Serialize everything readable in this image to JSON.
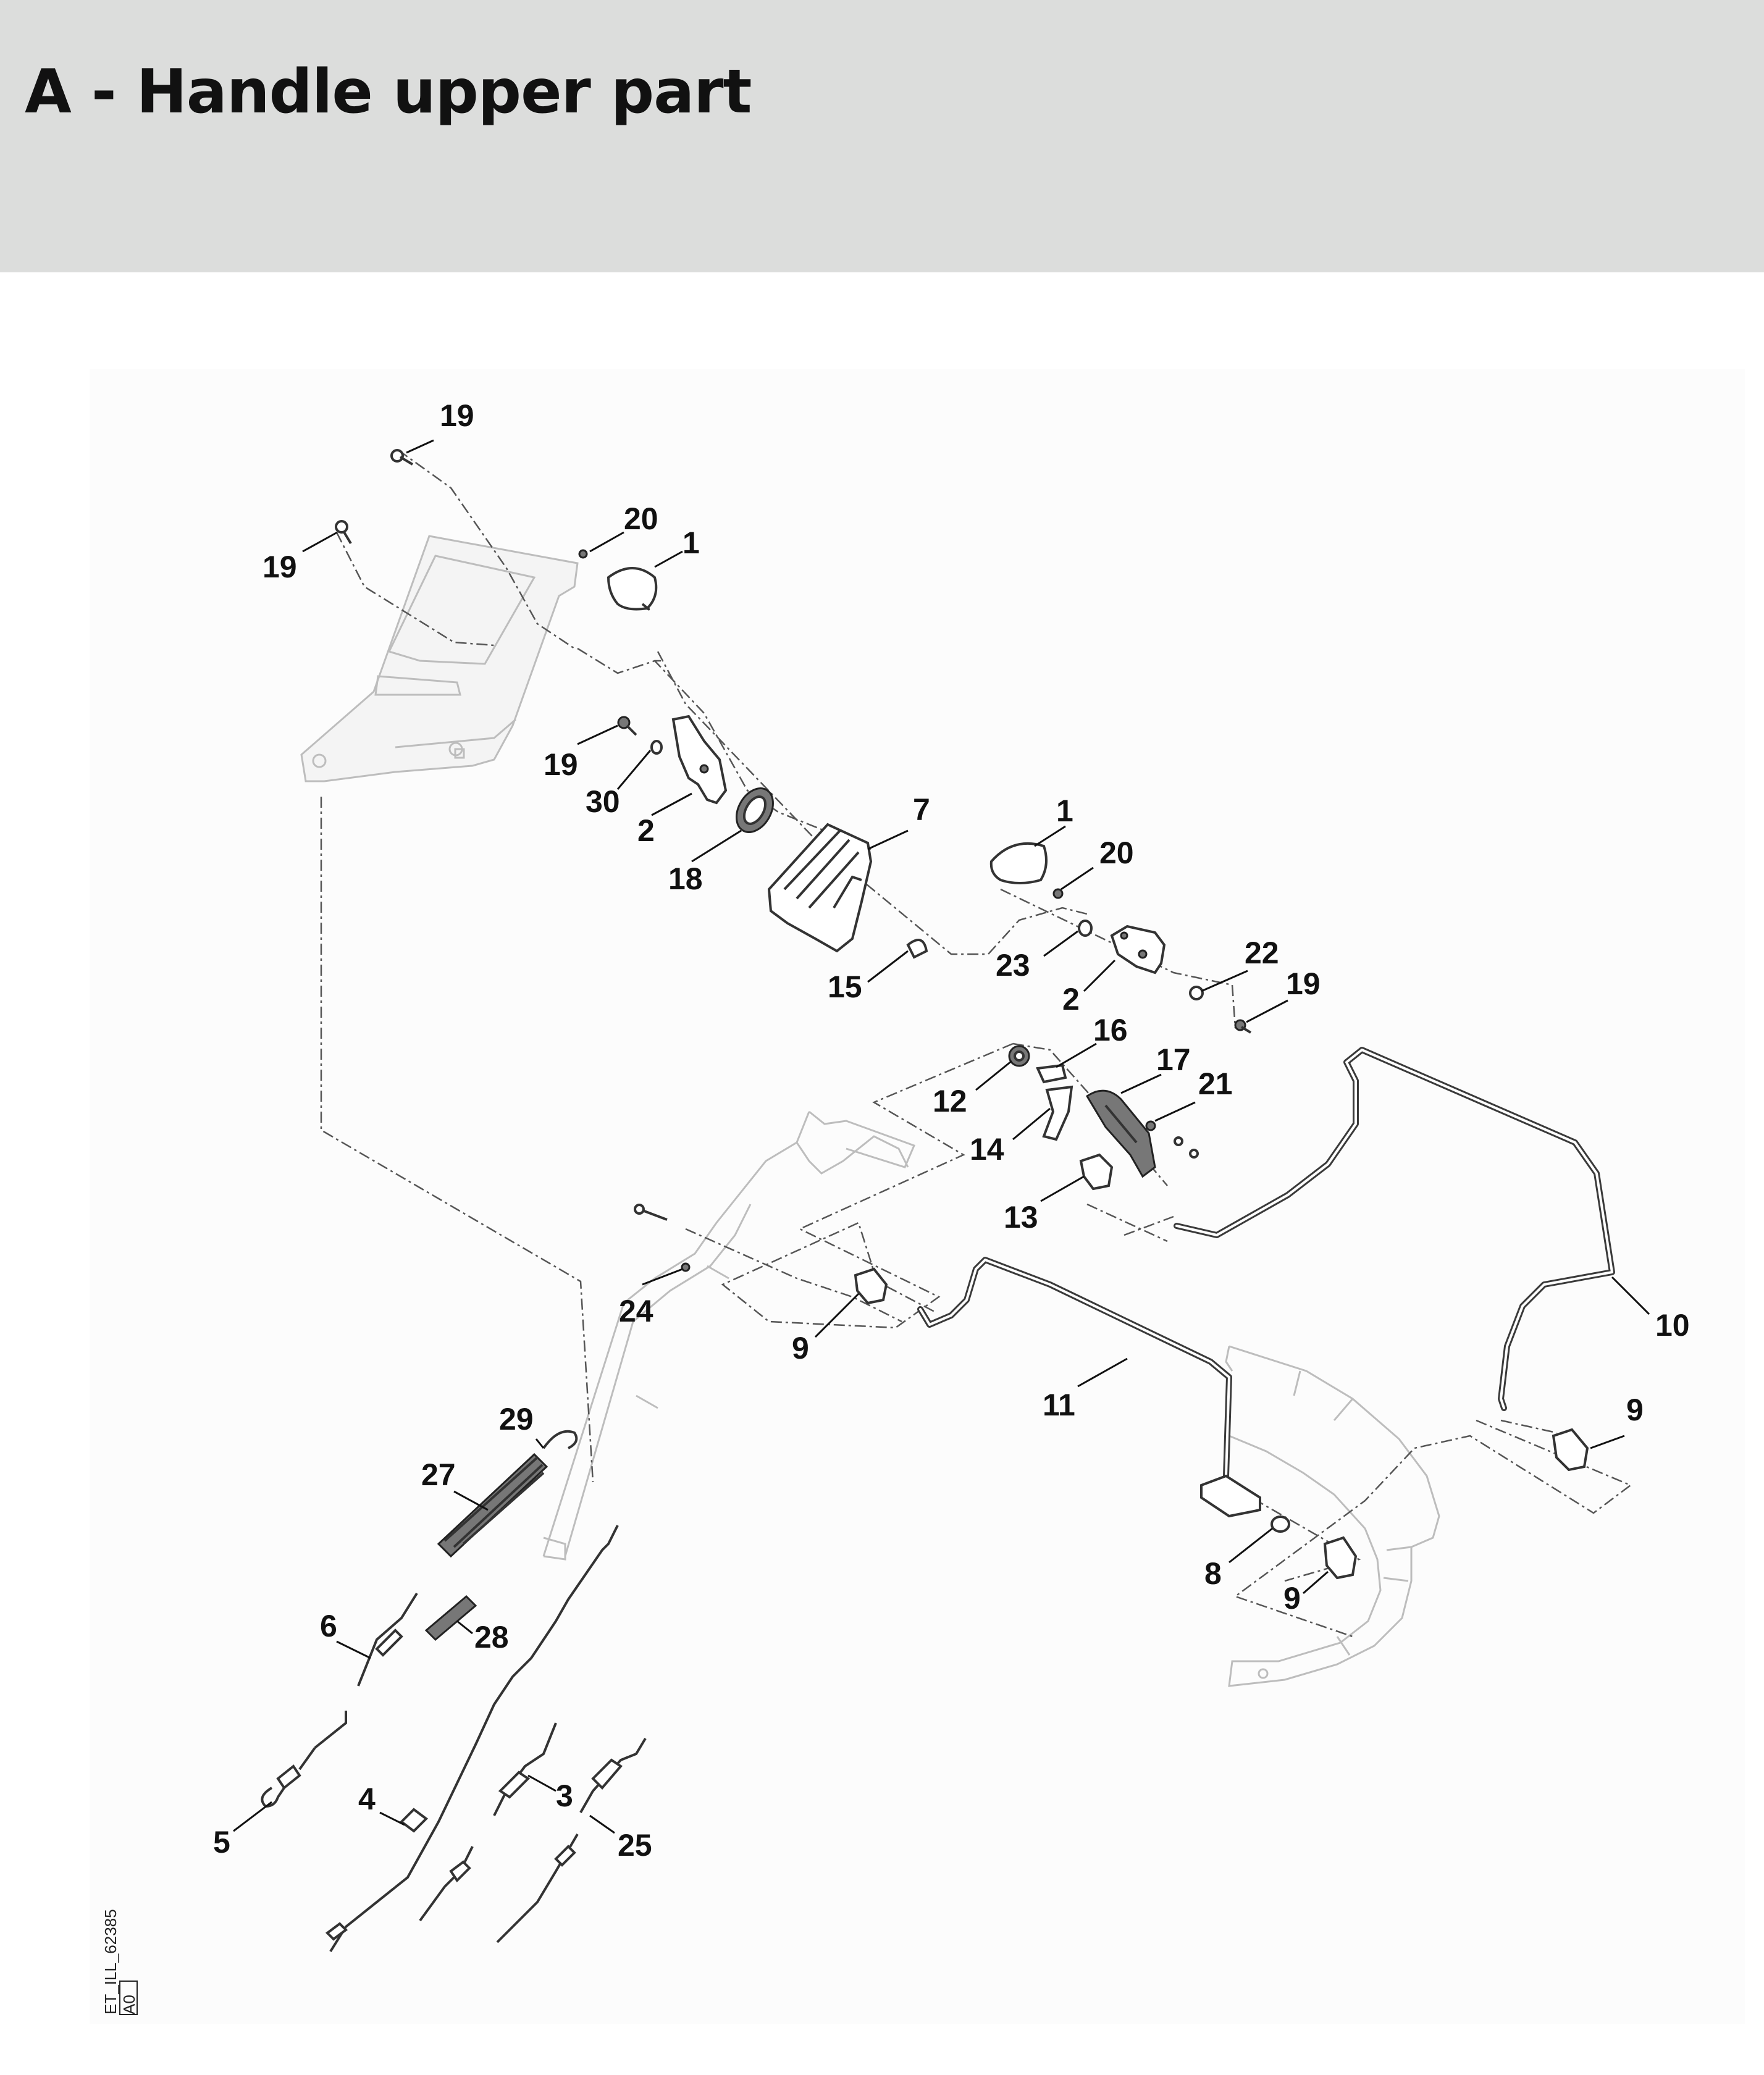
{
  "header": {
    "title": "A - Handle upper part"
  },
  "drawing_code": "ET_ILL_62385",
  "drawing_revision": "A0",
  "callouts": [
    "19",
    "19",
    "20",
    "1",
    "19",
    "30",
    "2",
    "18",
    "7",
    "1",
    "20",
    "15",
    "23",
    "2",
    "22",
    "19",
    "12",
    "16",
    "17",
    "21",
    "14",
    "13",
    "10",
    "24",
    "9",
    "11",
    "9",
    "29",
    "27",
    "8",
    "9",
    "6",
    "28",
    "5",
    "4",
    "3",
    "25"
  ]
}
